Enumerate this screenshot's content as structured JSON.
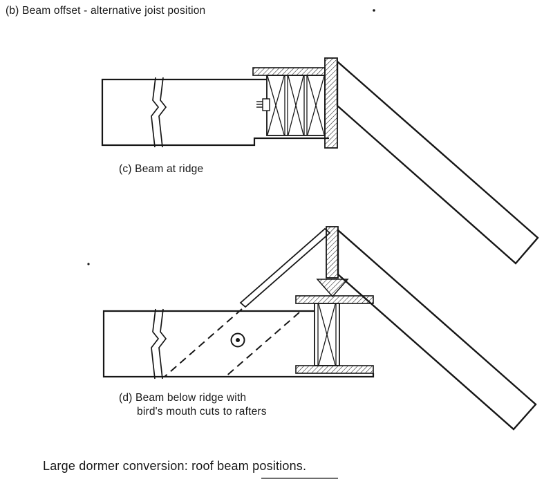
{
  "colors": {
    "paper": "#ffffff",
    "ink": "#161616"
  },
  "labels": {
    "beam_offset": "(b) Beam offset - alternative joist position",
    "beam_at_ridge": "(c) Beam at ridge",
    "beam_below_ridge_line1": "(d) Beam below ridge with",
    "beam_below_ridge_line2": "bird's mouth cuts to rafters"
  },
  "caption": "Large dormer conversion: roof beam positions."
}
